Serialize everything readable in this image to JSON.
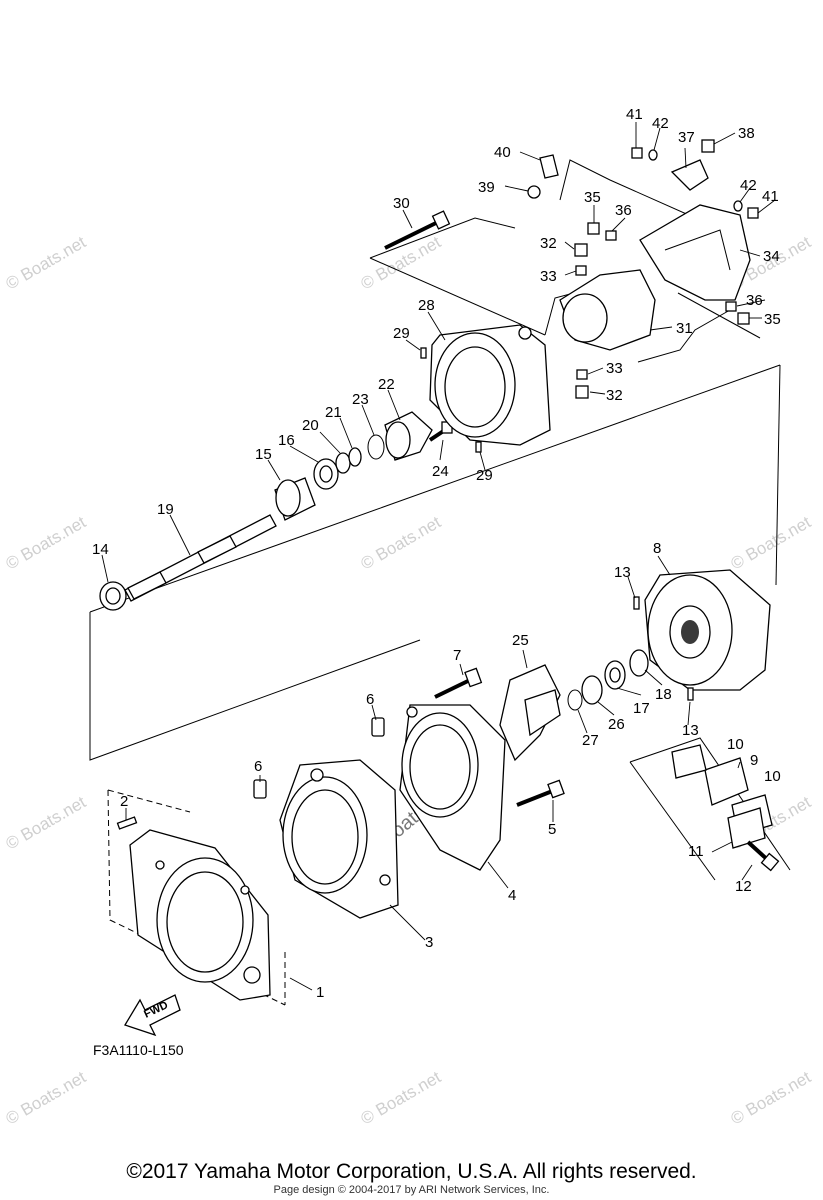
{
  "diagram": {
    "code": "F3A1110-L150",
    "fwd_label": "FWD",
    "watermark": "© Boats.net",
    "callouts": [
      {
        "id": "1",
        "label": "1"
      },
      {
        "id": "2",
        "label": "2"
      },
      {
        "id": "3",
        "label": "3"
      },
      {
        "id": "4",
        "label": "4"
      },
      {
        "id": "5",
        "label": "5"
      },
      {
        "id": "6a",
        "label": "6"
      },
      {
        "id": "6b",
        "label": "6"
      },
      {
        "id": "7",
        "label": "7"
      },
      {
        "id": "8",
        "label": "8"
      },
      {
        "id": "9",
        "label": "9"
      },
      {
        "id": "10a",
        "label": "10"
      },
      {
        "id": "10b",
        "label": "10"
      },
      {
        "id": "11",
        "label": "11"
      },
      {
        "id": "12",
        "label": "12"
      },
      {
        "id": "13a",
        "label": "13"
      },
      {
        "id": "13b",
        "label": "13"
      },
      {
        "id": "14",
        "label": "14"
      },
      {
        "id": "15",
        "label": "15"
      },
      {
        "id": "16",
        "label": "16"
      },
      {
        "id": "17",
        "label": "17"
      },
      {
        "id": "18",
        "label": "18"
      },
      {
        "id": "19",
        "label": "19"
      },
      {
        "id": "20",
        "label": "20"
      },
      {
        "id": "21",
        "label": "21"
      },
      {
        "id": "22",
        "label": "22"
      },
      {
        "id": "23",
        "label": "23"
      },
      {
        "id": "24",
        "label": "24"
      },
      {
        "id": "25",
        "label": "25"
      },
      {
        "id": "26",
        "label": "26"
      },
      {
        "id": "27",
        "label": "27"
      },
      {
        "id": "28",
        "label": "28"
      },
      {
        "id": "29a",
        "label": "29"
      },
      {
        "id": "29b",
        "label": "29"
      },
      {
        "id": "30",
        "label": "30"
      },
      {
        "id": "31",
        "label": "31"
      },
      {
        "id": "32a",
        "label": "32"
      },
      {
        "id": "32b",
        "label": "32"
      },
      {
        "id": "33a",
        "label": "33"
      },
      {
        "id": "33b",
        "label": "33"
      },
      {
        "id": "34",
        "label": "34"
      },
      {
        "id": "35a",
        "label": "35"
      },
      {
        "id": "35b",
        "label": "35"
      },
      {
        "id": "36a",
        "label": "36"
      },
      {
        "id": "36b",
        "label": "36"
      },
      {
        "id": "37",
        "label": "37"
      },
      {
        "id": "38",
        "label": "38"
      },
      {
        "id": "39",
        "label": "39"
      },
      {
        "id": "40",
        "label": "40"
      },
      {
        "id": "41a",
        "label": "41"
      },
      {
        "id": "41b",
        "label": "41"
      },
      {
        "id": "42a",
        "label": "42"
      },
      {
        "id": "42b",
        "label": "42"
      }
    ]
  },
  "footer": {
    "copyright": "©2017 Yamaha Motor Corporation, U.S.A. All rights reserved.",
    "page_design": "Page design © 2004-2017 by ARI Network Services, Inc."
  }
}
